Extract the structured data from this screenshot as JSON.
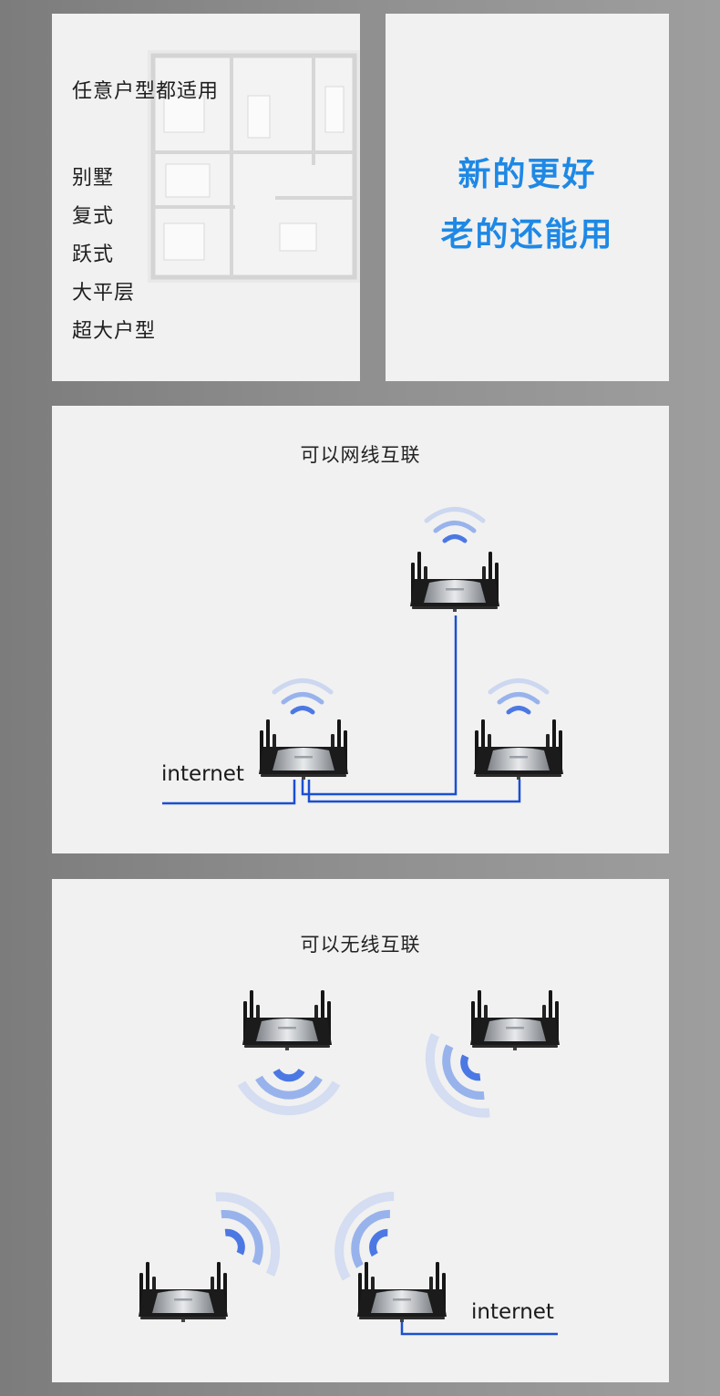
{
  "apartment_panel": {
    "heading": "任意户型都适用",
    "types": [
      "别墅",
      "复式",
      "跃式",
      "大平层",
      "超大户型"
    ]
  },
  "slogan_panel": {
    "line1": "新的更好",
    "line2": "老的还能用",
    "color": "#1e88e5"
  },
  "wired_panel": {
    "title": "可以网线互联",
    "internet_label": "internet",
    "cable_color": "#1a4fd1",
    "icons": [
      "router-icon",
      "wifi-signal-icon"
    ]
  },
  "wireless_panel": {
    "title": "可以无线互联",
    "internet_label": "internet",
    "cable_color": "#1a4fd1",
    "icons": [
      "router-icon",
      "wifi-wave-icon"
    ]
  }
}
